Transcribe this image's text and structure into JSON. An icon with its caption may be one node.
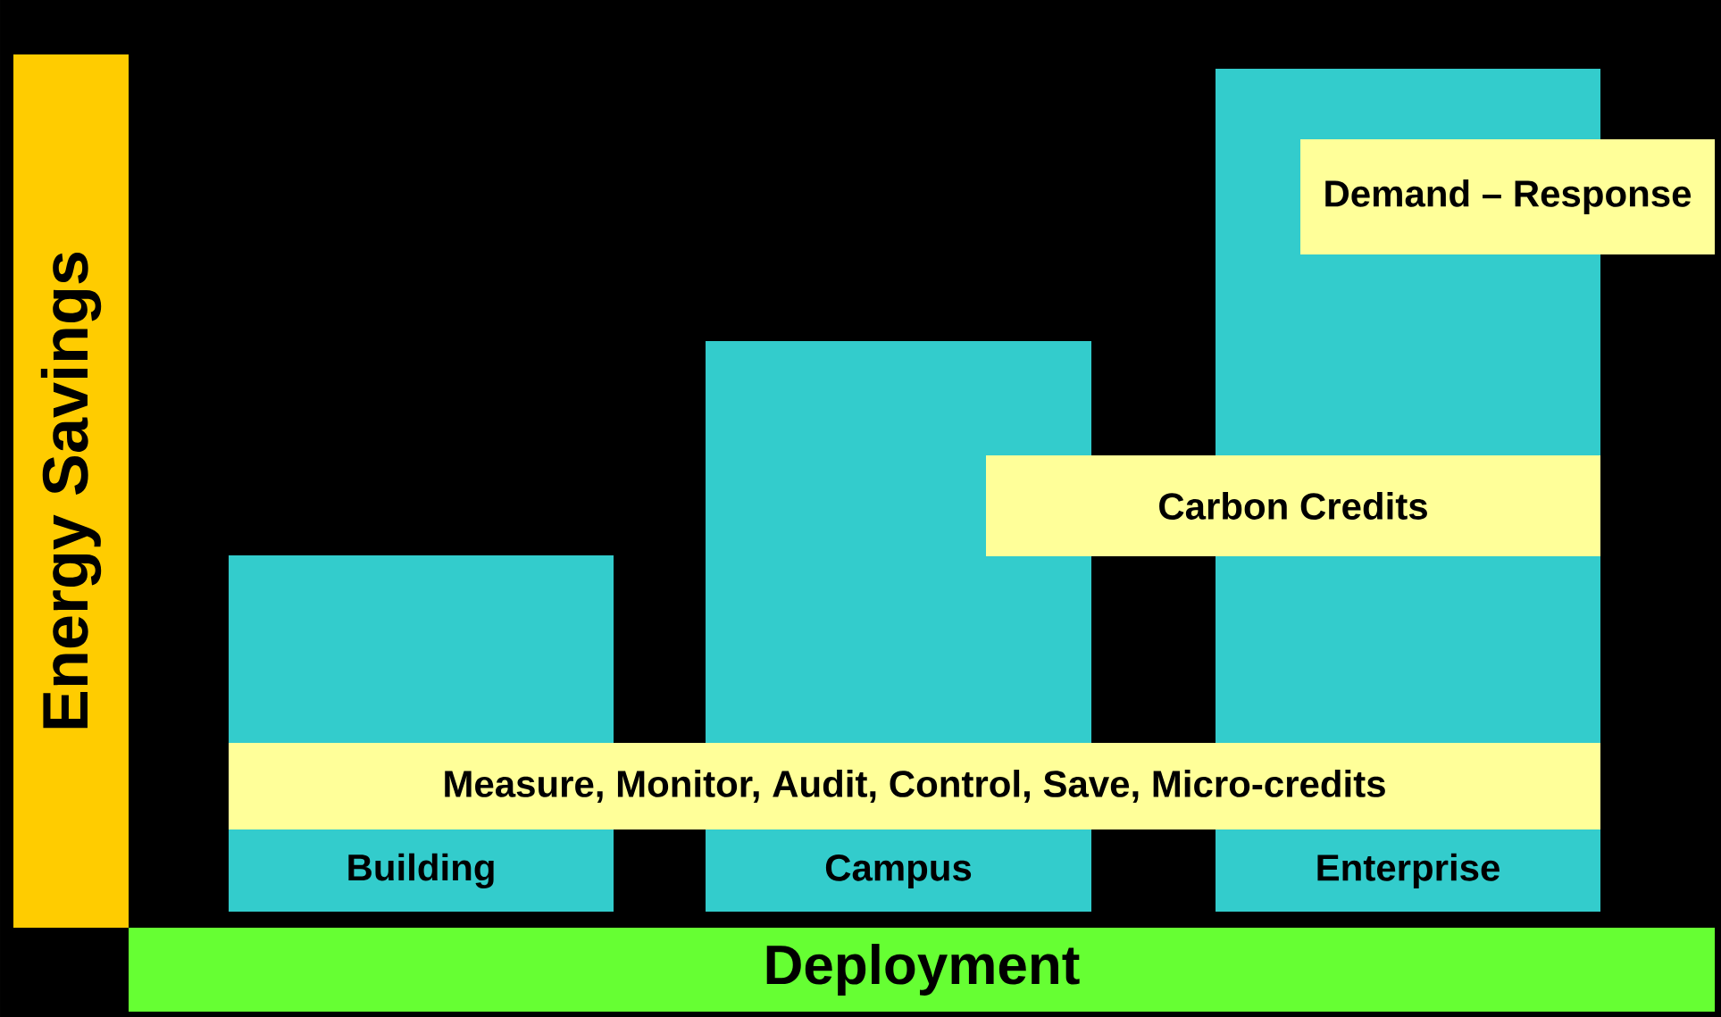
{
  "diagram": {
    "nodes": [
      {
        "text": [
          "Energy Savings"
        ]
      },
      {
        "text": [
          "Building"
        ]
      },
      {
        "text": [
          "Campus"
        ]
      },
      {
        "text": [
          "Enterprise"
        ]
      },
      {
        "text": [
          "Demand – Response"
        ]
      },
      {
        "text": [
          "Carbon Credits"
        ]
      },
      {
        "text": [
          "Measure, Monitor, Audit, Control, Save, Micro-credits"
        ]
      },
      {
        "text": [
          "Deployment"
        ]
      }
    ],
    "edges": []
  }
}
